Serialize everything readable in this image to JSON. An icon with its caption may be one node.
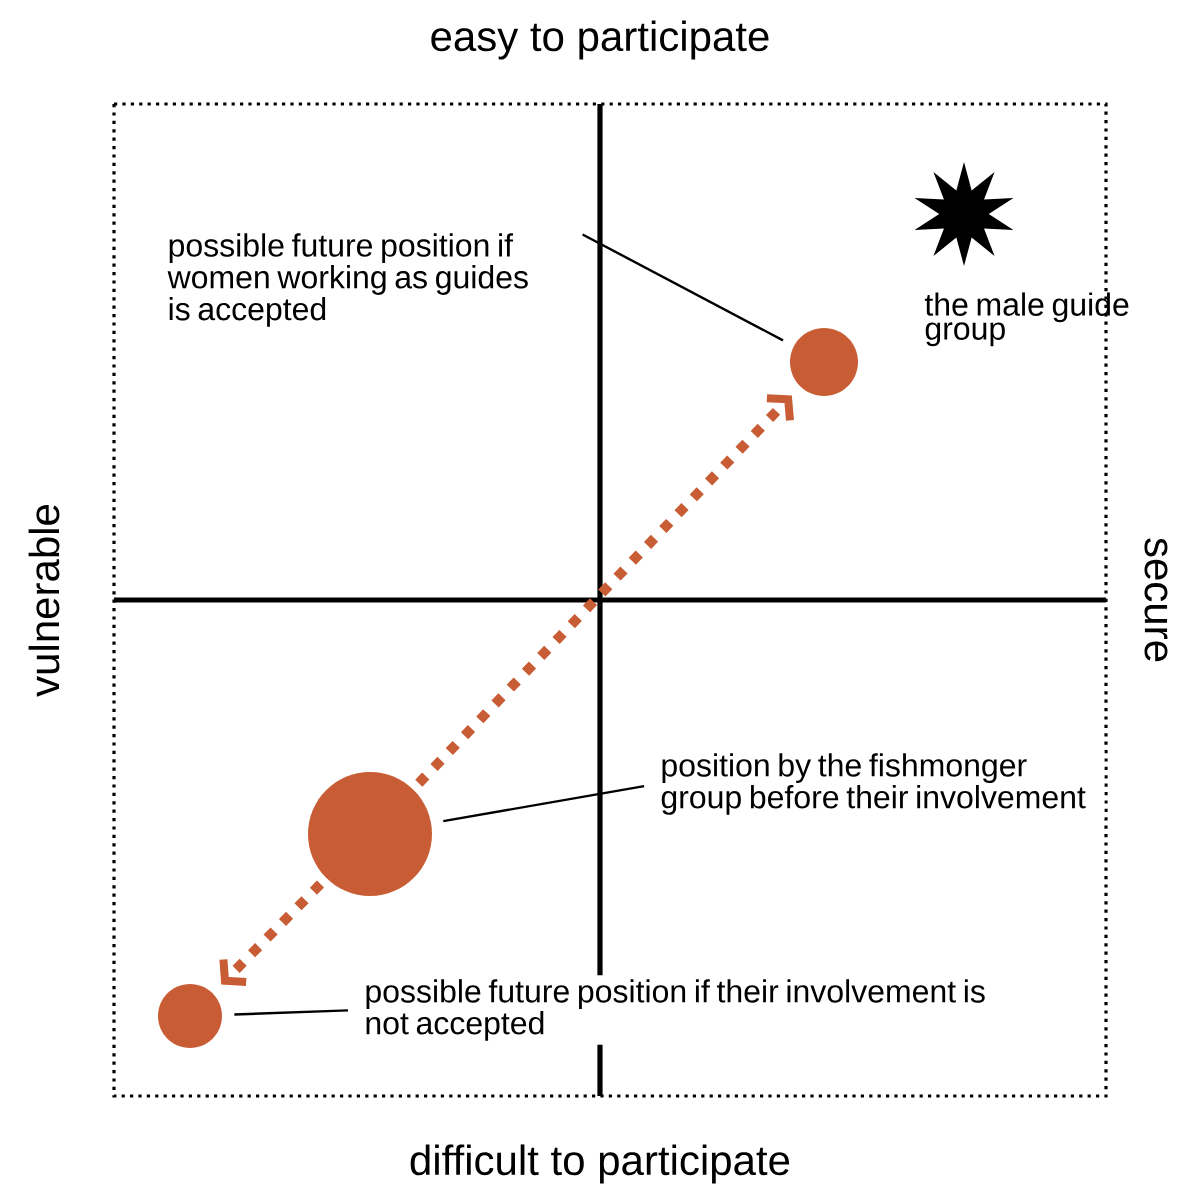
{
  "diagram": {
    "nodes": [
      {
        "text": [],
        "shape": "circle"
      },
      {
        "text": [],
        "shape": "circle"
      },
      {
        "text": [],
        "shape": "circle"
      },
      {
        "text": [],
        "shape": "star",
        "beside": [
          "the male guide group"
        ]
      },
      {
        "text": [
          "possible future position if women working as guides is accepted"
        ]
      },
      {
        "text": [
          "position by the fishmonger group before their involvement"
        ]
      },
      {
        "text": [
          "possible future position if their involvement is not accepted"
        ]
      }
    ],
    "edges": [
      {
        "from": 0,
        "to": 1,
        "arrow": "to",
        "style": "dashed",
        "color": "#c85c34"
      },
      {
        "from": 0,
        "to": 2,
        "arrow": "to",
        "style": "dashed",
        "color": "#c85c34"
      },
      {
        "from": 4,
        "to": 1,
        "arrow": "none"
      },
      {
        "from": 5,
        "to": 0,
        "arrow": "none"
      },
      {
        "from": 6,
        "to": 2,
        "arrow": "none"
      }
    ],
    "labels": [
      "easy to participate",
      "vulnerable",
      "secure",
      "difficult to participate"
    ]
  }
}
